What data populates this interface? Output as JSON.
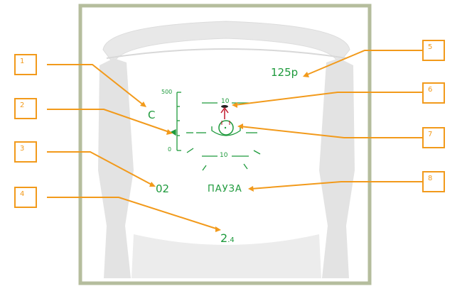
{
  "colors": {
    "frame": "#b5bd9d",
    "hud": "#1e9a3c",
    "callout": "#f29a1b",
    "silhouette": "#e3e3e3",
    "marker": "#c0192c"
  },
  "hud": {
    "mode_letter": "C",
    "scale_top": "500",
    "scale_bottom": "0",
    "range_value": "02",
    "pause_label": "ПАУЗА",
    "speed_value": "125р",
    "ladder_top_label": "10",
    "ladder_bottom_label": "10",
    "range_large": "2",
    "range_small": ".4"
  },
  "callouts": [
    "1",
    "2",
    "3",
    "4",
    "5",
    "6",
    "7",
    "8"
  ]
}
